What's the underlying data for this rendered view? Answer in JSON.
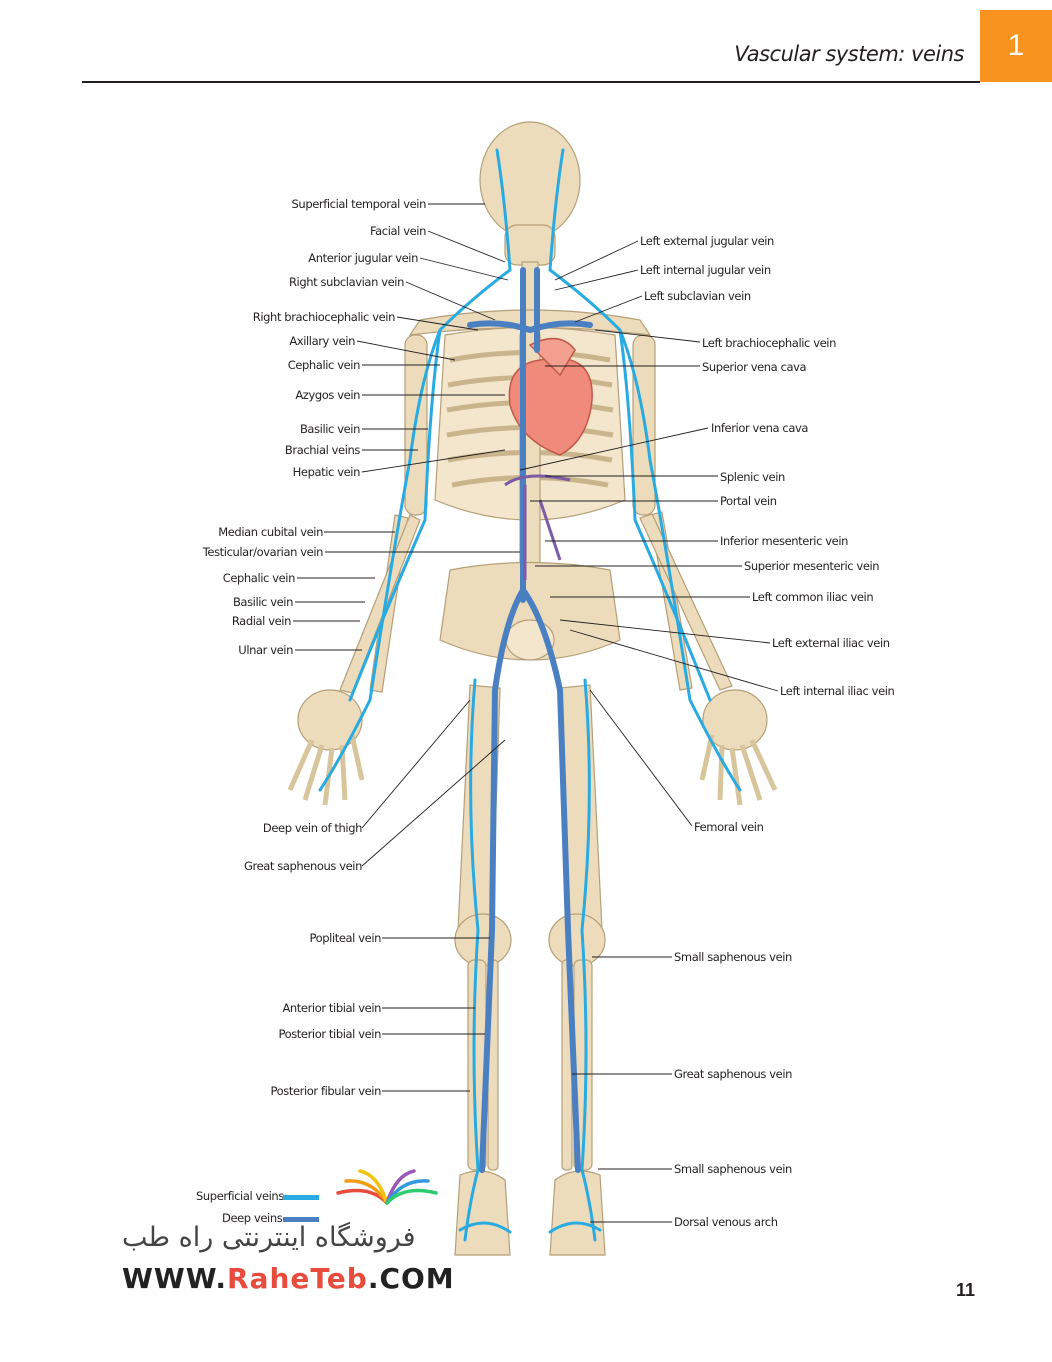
{
  "header": {
    "title": "Vascular system: veins",
    "chapter": "1"
  },
  "page_number": "11",
  "colors": {
    "accent": "#f7931e",
    "superficial": "#29abe2",
    "deep": "#4a7fc1",
    "bone": "#ecdcbc",
    "heart": "#f08a7a",
    "portal": "#7b5aa6"
  },
  "labels_left": [
    "Superficial temporal vein",
    "Facial vein",
    "Anterior jugular vein",
    "Right subclavian vein",
    "Right brachiocephalic vein",
    "Axillary vein",
    "Cephalic vein",
    "Azygos vein",
    "Basilic vein",
    "Brachial veins",
    "Hepatic vein",
    "Median cubital vein",
    "Testicular/ovarian vein",
    "Cephalic vein",
    "Basilic vein",
    "Radial vein",
    "Ulnar vein",
    "Deep vein of thigh",
    "Great saphenous vein",
    "Popliteal vein",
    "Anterior tibial vein",
    "Posterior tibial vein",
    "Posterior fibular vein"
  ],
  "labels_right": [
    "Left external jugular vein",
    "Left internal jugular vein",
    "Left subclavian vein",
    "Left brachiocephalic vein",
    "Superior vena cava",
    "Inferior vena cava",
    "Splenic vein",
    "Portal vein",
    "Inferior mesenteric vein",
    "Superior mesenteric vein",
    "Left common iliac vein",
    "Left external iliac vein",
    "Left internal iliac vein",
    "Femoral vein",
    "Small saphenous vein",
    "Great saphenous vein",
    "Small saphenous vein",
    "Dorsal venous arch"
  ],
  "legend": [
    {
      "label": "Superficial veins",
      "color": "#29abe2"
    },
    {
      "label": "Deep veins",
      "color": "#4a7fc1"
    }
  ],
  "watermark": {
    "persian": "فروشگاه اینترنتی راه طب",
    "url_prefix": "WWW.",
    "url_accent": "RaheTeb",
    "url_suffix": ".COM"
  }
}
